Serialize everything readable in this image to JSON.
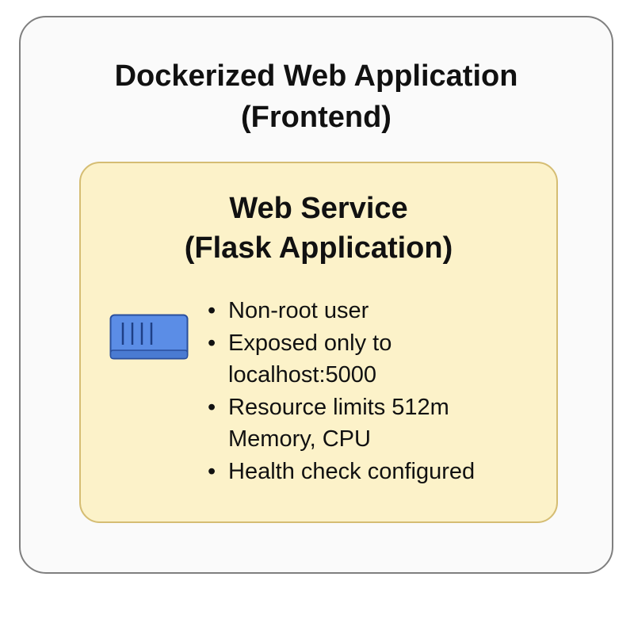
{
  "outer": {
    "title_line1": "Dockerized Web Application",
    "title_line2": "(Frontend)"
  },
  "inner": {
    "title_line1": "Web Service",
    "title_line2": "(Flask Application)",
    "icon": "container-icon",
    "features": [
      {
        "line1": "Non-root user",
        "line2": ""
      },
      {
        "line1": "Exposed only to",
        "line2": "localhost:5000"
      },
      {
        "line1": "Resource limits 512m",
        "line2": "Memory, CPU"
      },
      {
        "line1": "Health check configured",
        "line2": ""
      }
    ]
  },
  "colors": {
    "outer_fill": "#fafafa",
    "outer_border": "#7f7f7f",
    "inner_fill": "#fcf2c9",
    "inner_border": "#d5bd73",
    "icon_fill": "#5b8de6",
    "icon_stroke": "#2a4f9c"
  }
}
